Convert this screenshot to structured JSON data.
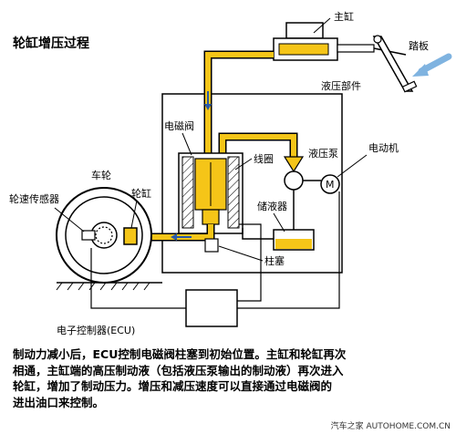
{
  "title": "轮缸增压过程",
  "labels": {
    "master_cylinder": "主缸",
    "pedal": "踏板",
    "hydraulic_unit": "液压部件",
    "solenoid_valve": "电磁阀",
    "coil": "线圈",
    "hydraulic_pump": "液压泵",
    "motor": "电动机",
    "motor_symbol": "M",
    "reservoir": "储液器",
    "plunger": "柱塞",
    "wheel": "车轮",
    "wheel_speed_sensor": "轮速传感器",
    "wheel_cylinder": "轮缸",
    "ecu": "电子控制器(ECU)"
  },
  "caption": {
    "lines": [
      "制动力减小后，ECU控制电磁阀柱塞到初始位置。主缸和轮缸再次",
      "相通，主缸端的高压制动液（包括液压泵输出的制动液）再次进入",
      "轮缸，增加了制动压力。增压和减压速度可以直接通过电磁阀的",
      "进出油口来控制。"
    ]
  },
  "footer": {
    "site_name": "汽车之家",
    "site_url": "AUTOHOME.COM.CN"
  },
  "colors": {
    "fluid": "#f5c518",
    "arrow": "#7fb3e0",
    "line": "#000000"
  }
}
